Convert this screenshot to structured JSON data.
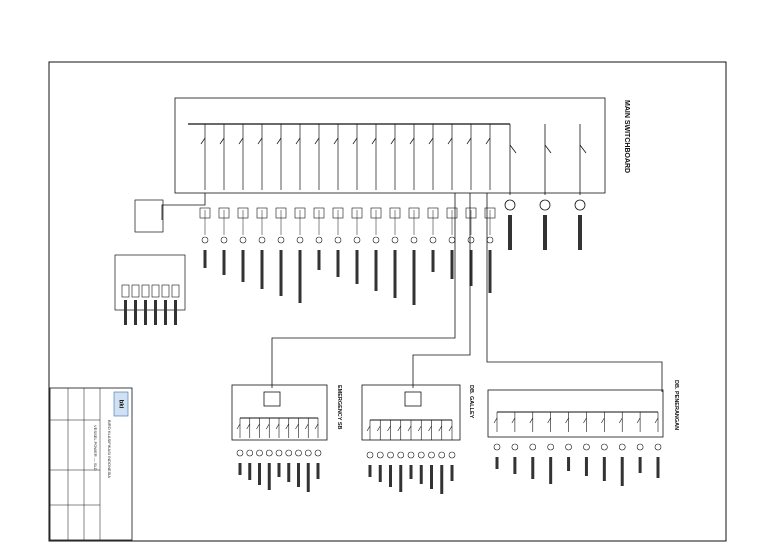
{
  "drawing": {
    "main_switchboard_title": "MAIN SWITCHBOARD",
    "title_block": {
      "logo_text": "bki",
      "company_line": "BIRO KLASIFIKASI INDONESIA",
      "project_line": "VESSEL POWER — SLD"
    },
    "sub_panels": [
      {
        "key": "left",
        "title": "EMERGENCY SB",
        "feeders": 9
      },
      {
        "key": "middle",
        "title": "DB. GALLEY",
        "feeders": 9
      },
      {
        "key": "right",
        "title": "DB. PENERANGAN",
        "feeders": 10
      }
    ],
    "main_feeders_count": 16,
    "generators_count": 3,
    "colors": {
      "line": "#111111",
      "background": "#ffffff"
    }
  }
}
